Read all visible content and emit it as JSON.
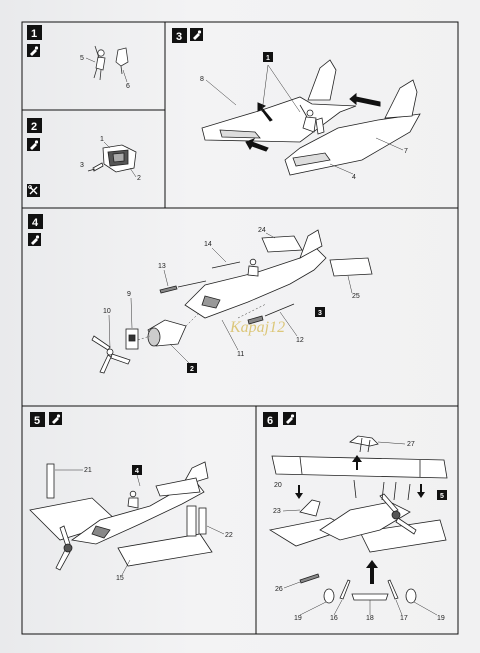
{
  "steps": [
    {
      "number": "1",
      "parts": [
        "5",
        "6"
      ]
    },
    {
      "number": "2",
      "parts": [
        "1",
        "2",
        "3"
      ]
    },
    {
      "number": "3",
      "parts": [
        "8",
        "7",
        "4"
      ],
      "ref_subassembly": "1"
    },
    {
      "number": "4",
      "parts": [
        "24",
        "14",
        "13",
        "9",
        "10",
        "11",
        "12",
        "25"
      ],
      "ref_subassemblies": [
        "3",
        "2"
      ]
    },
    {
      "number": "5",
      "parts": [
        "21",
        "22",
        "15"
      ],
      "ref_subassembly": "4"
    },
    {
      "number": "6",
      "parts": [
        "27",
        "20",
        "23",
        "26",
        "19",
        "16",
        "18",
        "17",
        "19"
      ],
      "ref_subassembly": "5"
    }
  ],
  "watermark": "Kapaj12",
  "colors": {
    "frame": "#111111",
    "line": "#333333",
    "step_box": "#111111",
    "watermark": "#d9c066"
  }
}
